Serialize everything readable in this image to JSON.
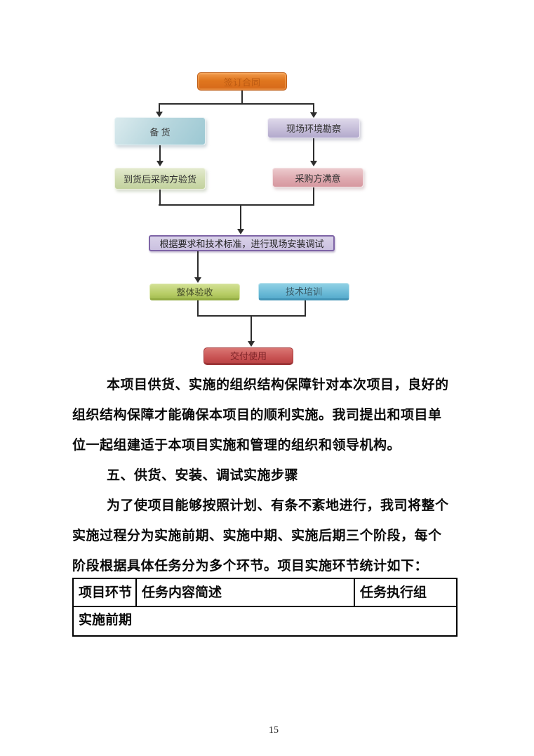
{
  "flowchart": {
    "nodes": {
      "sign": {
        "label": "签订合同",
        "color": "#e0761e"
      },
      "prepare": {
        "label": "备 货",
        "color": "#aed2da"
      },
      "survey": {
        "label": "现场环境勘察",
        "color": "#c3bad7"
      },
      "inspect": {
        "label": "到货后采购方验货",
        "color": "#ccd8a8"
      },
      "satisfy": {
        "label": "采购方满意",
        "color": "#e0a9af"
      },
      "install": {
        "label": "根据要求和技术标准，进行现场安装调试",
        "color": "#cdc3e2"
      },
      "accept": {
        "label": "整体验收",
        "color": "#b9cf6f"
      },
      "train": {
        "label": "技术培训",
        "color": "#6fbeda"
      },
      "deliver": {
        "label": "交付使用",
        "color": "#c64f50"
      }
    },
    "line_color": "#2d2d2d"
  },
  "body": {
    "para1_lines": [
      "本项目供货、实施的组织结构保障针对本次项目，良好的",
      "组织结构保障才能确保本项目的顺利实施。我司提出和项目单",
      "位一起组建适于本项目实施和管理的组织和领导机构。"
    ],
    "heading": "五、供货、安装、调试实施步骤",
    "para2_lines": [
      "为了使项目能够按照计划、有条不紊地进行，我司将整个",
      "实施过程分为实施前期、实施中期、实施后期三个阶段，每个",
      "阶段根据具体任务分为多个环节。项目实施环节统计如下："
    ]
  },
  "table": {
    "headers": [
      "项目环节",
      "任务内容简述",
      "任务执行组"
    ],
    "merged_row": "实施前期"
  },
  "page_number": "15"
}
